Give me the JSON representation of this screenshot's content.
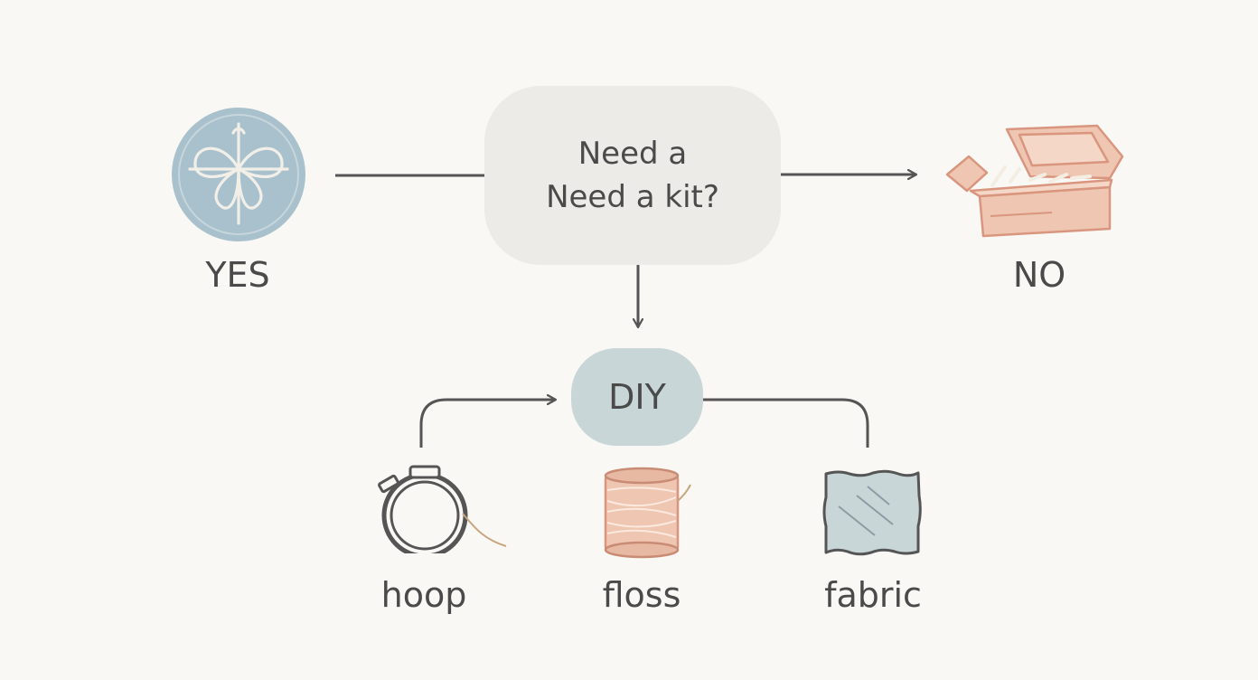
{
  "decision": {
    "line1": "Need a",
    "line2": "Need a kit?"
  },
  "yes": {
    "label": "YES",
    "icon": "embroidery-badge-icon"
  },
  "no": {
    "label": "NO",
    "icon": "open-kit-box-icon"
  },
  "diy": {
    "label": "DIY"
  },
  "supplies": [
    {
      "label": "hoop",
      "icon": "embroidery-hoop-icon"
    },
    {
      "label": "floss",
      "icon": "floss-spool-icon"
    },
    {
      "label": "fabric",
      "icon": "fabric-swatch-icon"
    }
  ],
  "colors": {
    "background": "#faf8f4",
    "decision_fill": "#ecebe7",
    "diy_fill": "#c9d6d8",
    "yes_circle": "#a9c1cc",
    "box_fill": "#efc6b2",
    "box_stroke": "#d9957d",
    "line": "#555555",
    "text": "#4a4a4a"
  }
}
